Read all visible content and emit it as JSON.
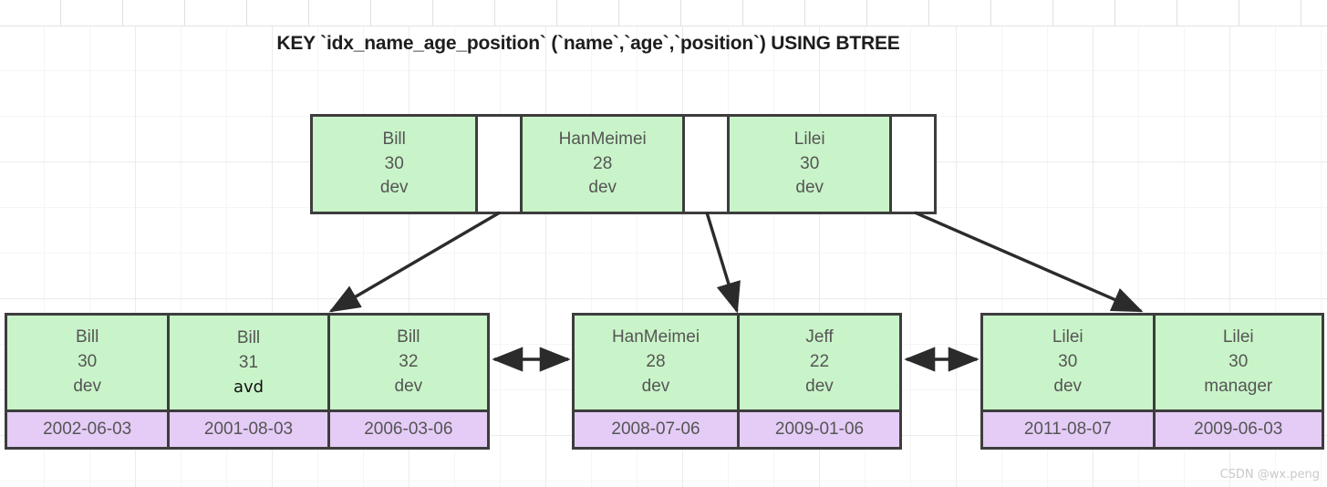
{
  "title": "KEY `idx_name_age_position` (`name`,`age`,`position`) USING BTREE",
  "watermark": "CSDN @wx.peng",
  "colors": {
    "key_fill": "#c9f4c9",
    "date_fill": "#e4ccf6",
    "border": "#3d3d3d",
    "text": "#555555",
    "edited_text": "#111111",
    "grid": "#f5f5f5",
    "watermark": "#c9c9c9"
  },
  "root": {
    "label": "root-node",
    "cells": [
      {
        "type": "key",
        "name": "Bill",
        "age": "30",
        "position": "dev"
      },
      {
        "type": "pointer"
      },
      {
        "type": "key",
        "name": "HanMeimei",
        "age": "28",
        "position": "dev"
      },
      {
        "type": "pointer"
      },
      {
        "type": "key",
        "name": "Lilei",
        "age": "30",
        "position": "dev"
      },
      {
        "type": "pointer"
      }
    ]
  },
  "leaves": [
    {
      "label": "leaf-node-left",
      "cells": [
        {
          "name": "Bill",
          "age": "30",
          "position": "dev",
          "edited": false,
          "date": "2002-06-03"
        },
        {
          "name": "Bill",
          "age": "31",
          "position": "avd",
          "edited": true,
          "date": "2001-08-03"
        },
        {
          "name": "Bill",
          "age": "32",
          "position": "dev",
          "edited": false,
          "date": "2006-03-06"
        }
      ]
    },
    {
      "label": "leaf-node-middle",
      "cells": [
        {
          "name": "HanMeimei",
          "age": "28",
          "position": "dev",
          "edited": false,
          "date": "2008-07-06"
        },
        {
          "name": "Jeff",
          "age": "22",
          "position": "dev",
          "edited": false,
          "date": "2009-01-06"
        }
      ]
    },
    {
      "label": "leaf-node-right",
      "cells": [
        {
          "name": "Lilei",
          "age": "30",
          "position": "dev",
          "edited": false,
          "date": "2011-08-07"
        },
        {
          "name": "Lilei",
          "age": "30",
          "position": "manager",
          "edited": false,
          "date": "2009-06-03"
        }
      ]
    }
  ],
  "connectors": {
    "child_arrows": [
      {
        "name": "root-to-left-leaf",
        "from": "root pointer 1",
        "to": "leaf-node-left"
      },
      {
        "name": "root-to-middle-leaf",
        "from": "root pointer 2",
        "to": "leaf-node-middle"
      },
      {
        "name": "root-to-right-leaf",
        "from": "root pointer 3",
        "to": "leaf-node-right"
      }
    ],
    "sibling_arrows": [
      {
        "name": "leaf-link-left-middle",
        "bidirectional": true
      },
      {
        "name": "leaf-link-middle-right",
        "bidirectional": true
      }
    ]
  }
}
